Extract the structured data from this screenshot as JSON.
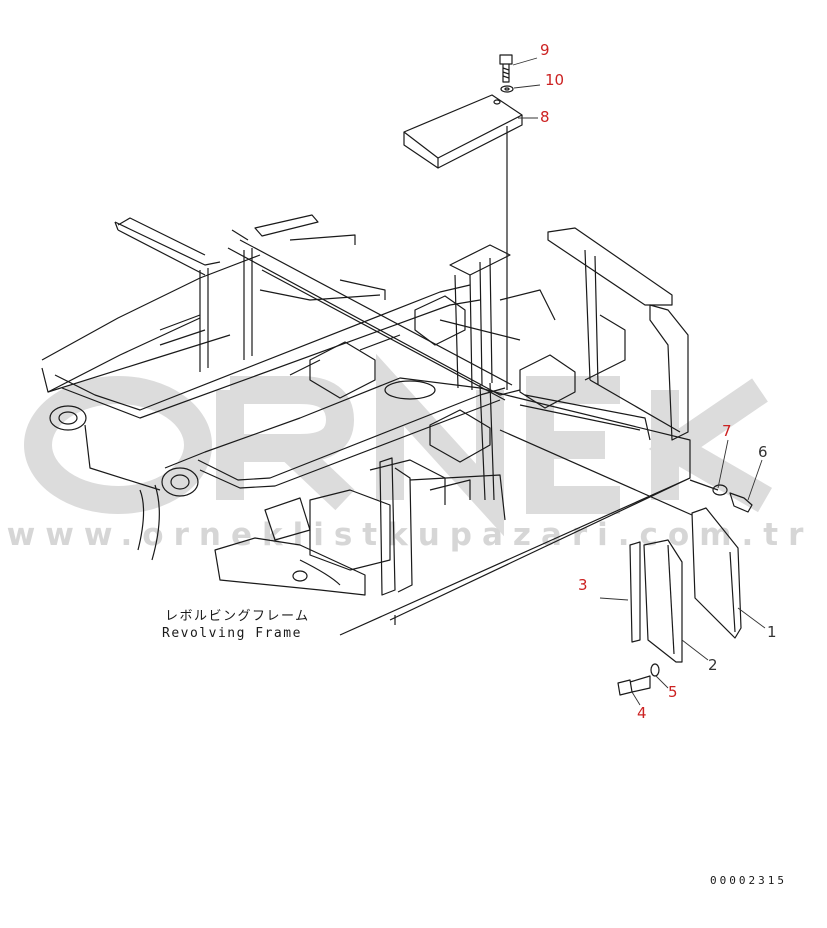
{
  "watermark": {
    "brand": "ORNEK",
    "url": "www.orneklistkupazari.com.tr",
    "color": "#dcdcdc"
  },
  "labels": {
    "assembly_name_jp": "レボルビングフレーム",
    "assembly_name_en": "Revolving Frame"
  },
  "callouts": [
    {
      "id": "callout-1",
      "number": "1"
    },
    {
      "id": "callout-2",
      "number": "2"
    },
    {
      "id": "callout-3",
      "number": "3"
    },
    {
      "id": "callout-4",
      "number": "4"
    },
    {
      "id": "callout-5",
      "number": "5"
    },
    {
      "id": "callout-6",
      "number": "6"
    },
    {
      "id": "callout-7",
      "number": "7"
    },
    {
      "id": "callout-8",
      "number": "8"
    },
    {
      "id": "callout-9",
      "number": "9"
    },
    {
      "id": "callout-10",
      "number": "10"
    }
  ],
  "drawing_number": "00002315",
  "colors": {
    "line": "#1a1a1a",
    "callout": "#cc2222",
    "callout_dark": "#333333"
  }
}
